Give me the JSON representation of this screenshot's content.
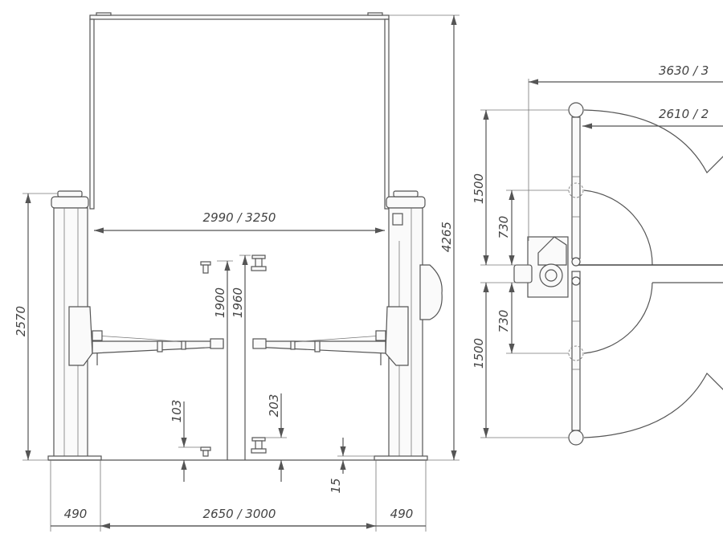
{
  "front_view": {
    "dims": {
      "column_height": "2570",
      "total_height": "4265",
      "inner_width": "2990 / 3250",
      "pad_height_min": "1900",
      "pad_height_max": "1960",
      "adapter_low": "103",
      "adapter_high": "203",
      "base_plate": "15",
      "base_left": "490",
      "drive_width": "2650 / 3000",
      "base_right": "490"
    }
  },
  "top_view": {
    "dims": {
      "overall_width": "3630 / 3",
      "arm_width": "2610 / 2",
      "arm_long_top": "1500",
      "arm_short_top": "730",
      "arm_short_bottom": "730",
      "arm_long_bottom": "1500"
    }
  }
}
